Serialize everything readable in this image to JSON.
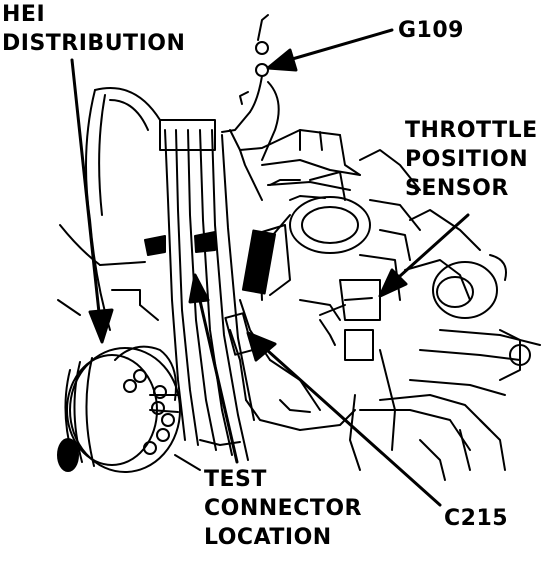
{
  "labels": {
    "hei_distribution": [
      "HEI",
      "DISTRIBUTION"
    ],
    "g109": "G109",
    "throttle_position_sensor": [
      "THROTTLE",
      "POSITION",
      "SENSOR"
    ],
    "test_connector_location": [
      "TEST",
      "CONNECTOR",
      "LOCATION"
    ],
    "c215": "C215"
  },
  "colors": {
    "ink": "#000000",
    "paper": "#ffffff"
  }
}
